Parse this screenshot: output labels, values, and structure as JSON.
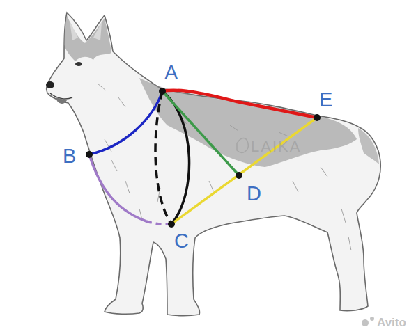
{
  "diagram": {
    "labels": [
      "A",
      "B",
      "C",
      "D",
      "E",
      "LAIKA",
      "Avito"
    ]
  }
}
